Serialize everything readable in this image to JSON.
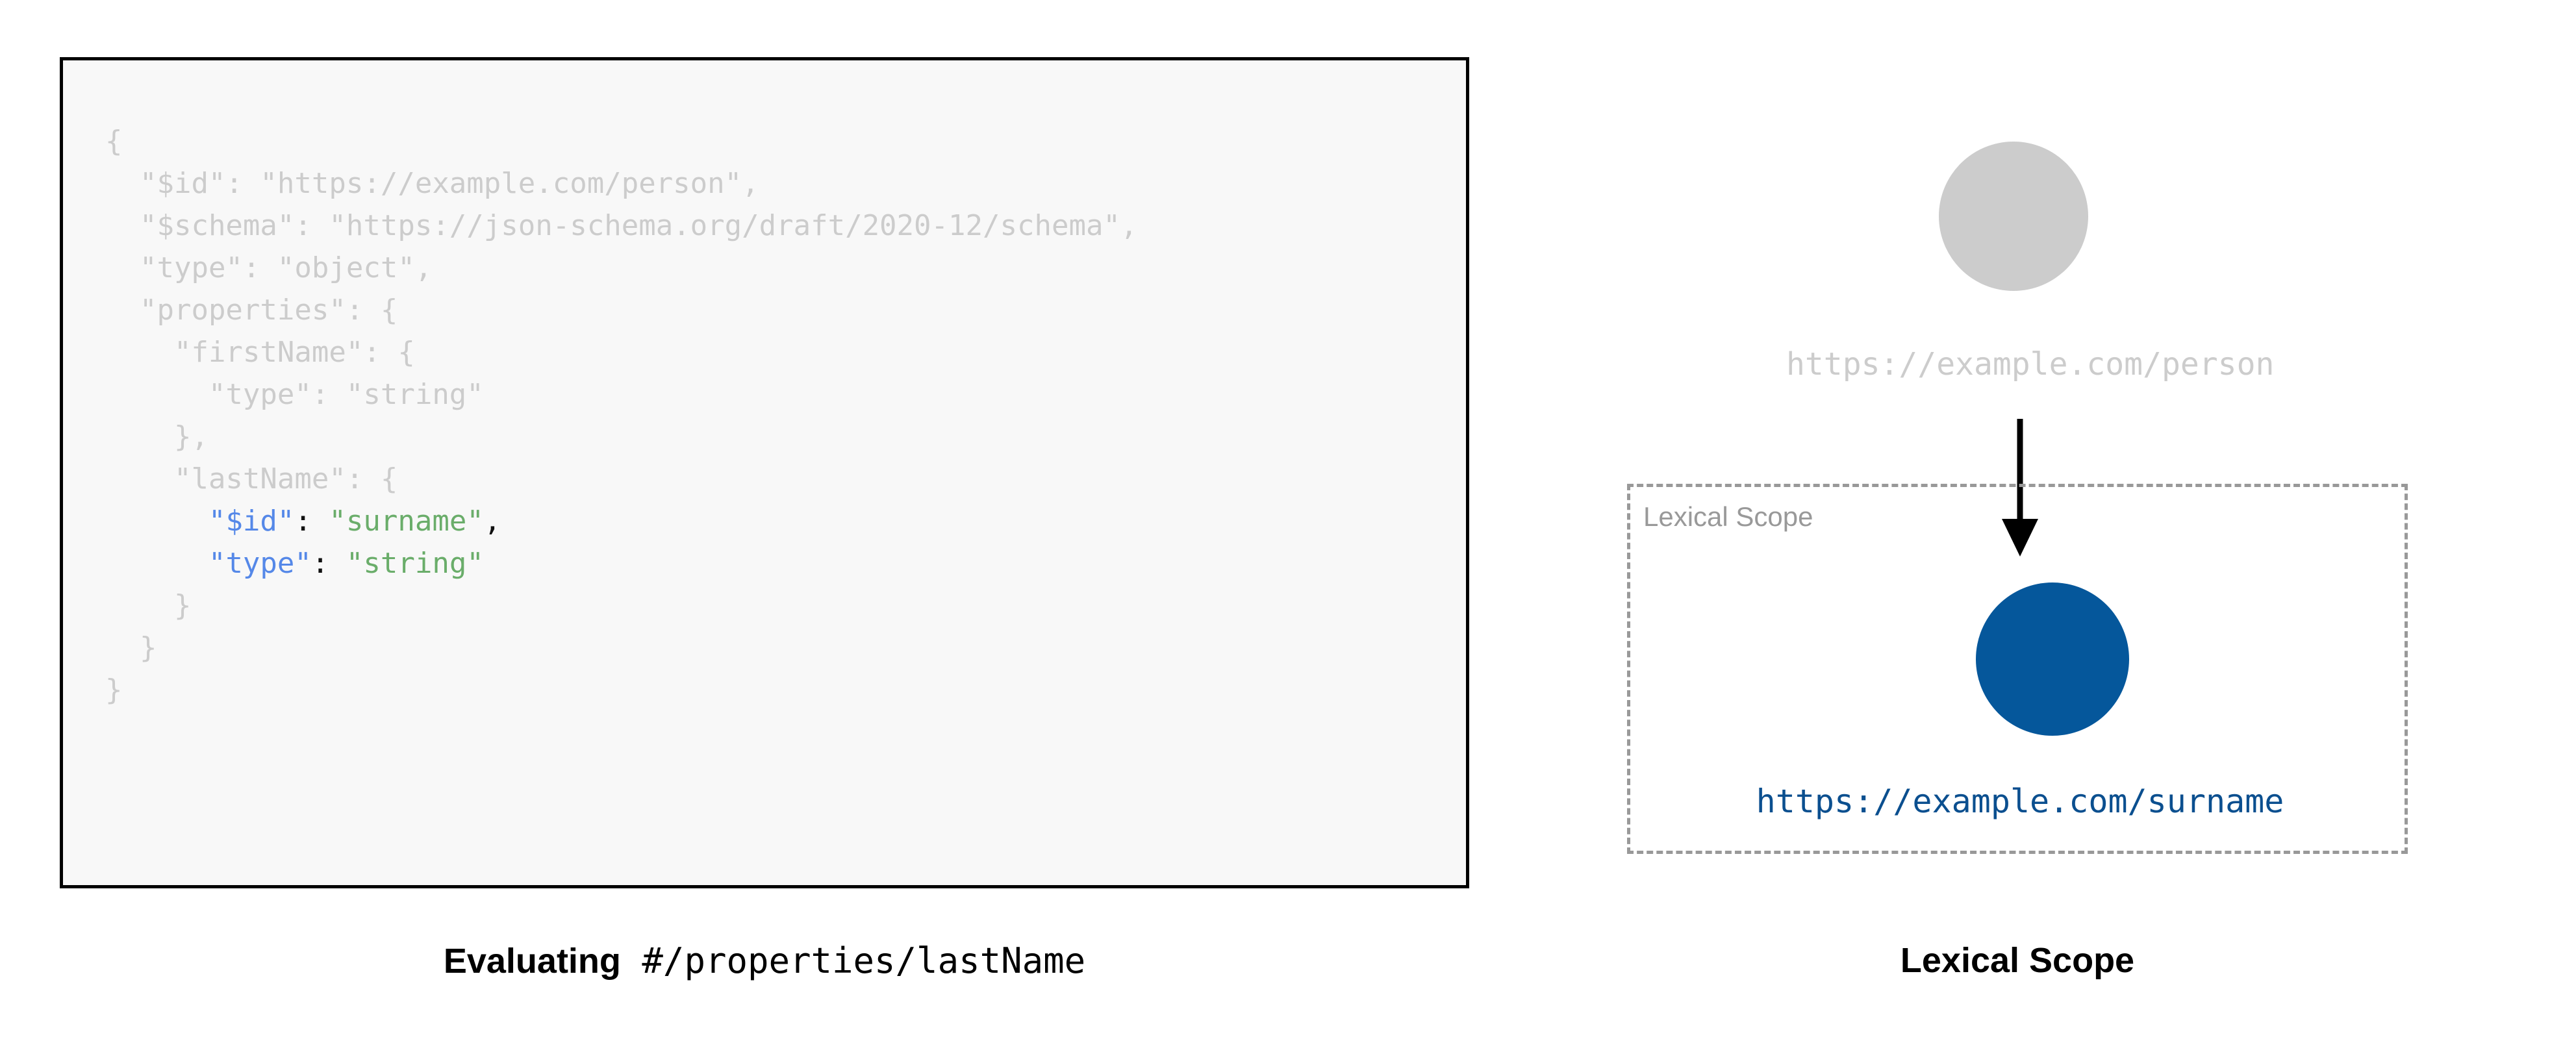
{
  "code_panel": {
    "language": "json",
    "lines": [
      {
        "indent": 0,
        "text": "{",
        "highlighted": false
      },
      {
        "indent": 1,
        "text": "\"$id\": \"https://example.com/person\",",
        "highlighted": false
      },
      {
        "indent": 1,
        "text": "\"$schema\": \"https://json-schema.org/draft/2020-12/schema\",",
        "highlighted": false
      },
      {
        "indent": 1,
        "text": "\"type\": \"object\",",
        "highlighted": false
      },
      {
        "indent": 1,
        "text": "\"properties\": {",
        "highlighted": false
      },
      {
        "indent": 2,
        "text": "\"firstName\": {",
        "highlighted": false
      },
      {
        "indent": 3,
        "text": "\"type\": \"string\"",
        "highlighted": false
      },
      {
        "indent": 2,
        "text": "},",
        "highlighted": false
      },
      {
        "indent": 2,
        "text": "\"lastName\": {",
        "highlighted": false
      },
      {
        "indent": 3,
        "key": "\"$id\"",
        "sep": ": ",
        "value": "\"surname\"",
        "tail": ",",
        "highlighted": true
      },
      {
        "indent": 3,
        "key": "\"type\"",
        "sep": ": ",
        "value": "\"string\"",
        "tail": "",
        "highlighted": true
      },
      {
        "indent": 2,
        "text": "}",
        "highlighted": false
      },
      {
        "indent": 1,
        "text": "}",
        "highlighted": false
      },
      {
        "indent": 0,
        "text": "}",
        "highlighted": false
      }
    ]
  },
  "left_caption": {
    "bold_text": "Evaluating",
    "mono_text": "#/properties/lastName"
  },
  "diagram": {
    "outer_node": {
      "label": "https://example.com/person",
      "color": "#cccccc"
    },
    "arrow": {
      "name": "downward-arrow",
      "color": "#000000"
    },
    "scope_box": {
      "label": "Lexical Scope",
      "border_color": "#999999",
      "border_style": "dashed"
    },
    "inner_node": {
      "label": "https://example.com/surname",
      "color": "#05579b"
    }
  },
  "right_caption": {
    "text": "Lexical Scope"
  },
  "colors": {
    "code_dim": "#cccccc",
    "code_key_highlight": "#5588e8",
    "code_string_highlight": "#6aad6a",
    "code_punctuation": "#111111",
    "code_background": "#f8f8f8",
    "code_border": "#000000",
    "node_inactive": "#cccccc",
    "node_active": "#05579b",
    "scope_border": "#999999",
    "page_background": "#ffffff"
  }
}
